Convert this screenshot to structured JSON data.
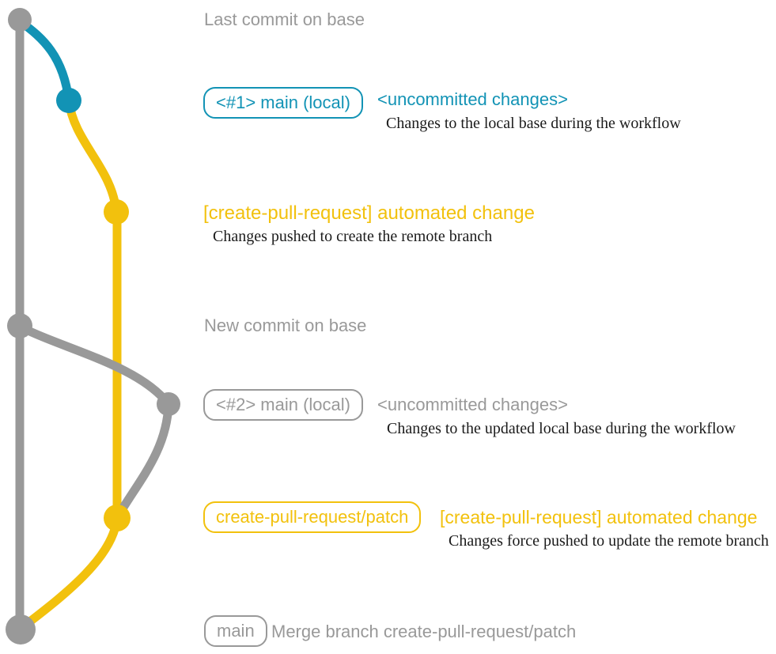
{
  "colors": {
    "gray": "#999999",
    "blue": "#1293B5",
    "yellow": "#F2C10D",
    "ink": "#1b1b1b"
  },
  "graph": {
    "branches": [
      {
        "name": "base (main)",
        "color": "gray"
      },
      {
        "name": "local uncommitted changes",
        "color": "blue"
      },
      {
        "name": "create-pull-request/patch",
        "color": "yellow"
      }
    ],
    "commits": [
      {
        "id": "last-commit-on-base",
        "color": "gray"
      },
      {
        "id": "local-uncommitted-changes-1",
        "color": "blue"
      },
      {
        "id": "automated-change-1",
        "color": "yellow"
      },
      {
        "id": "new-commit-on-base",
        "color": "gray"
      },
      {
        "id": "local-uncommitted-changes-2",
        "color": "gray"
      },
      {
        "id": "automated-change-2-force-push",
        "color": "yellow"
      },
      {
        "id": "merge-commit",
        "color": "gray"
      }
    ]
  },
  "annotations": {
    "last_commit_caption": "Last commit on base",
    "local1": {
      "badge": "<#1> main (local)",
      "status": "<uncommitted changes>",
      "description": "Changes to the local base during the workflow"
    },
    "automated1": {
      "title": "[create-pull-request] automated change",
      "description": "Changes pushed to create the remote branch"
    },
    "new_commit_caption": "New commit on base",
    "local2": {
      "badge": "<#2> main (local)",
      "status": "<uncommitted changes>",
      "description": "Changes to the updated local base during the workflow"
    },
    "automated2": {
      "badge": "create-pull-request/patch",
      "title": "[create-pull-request] automated change",
      "description": "Changes force pushed to update the remote branch"
    },
    "merge": {
      "badge": "main",
      "label": "Merge branch create-pull-request/patch"
    }
  }
}
